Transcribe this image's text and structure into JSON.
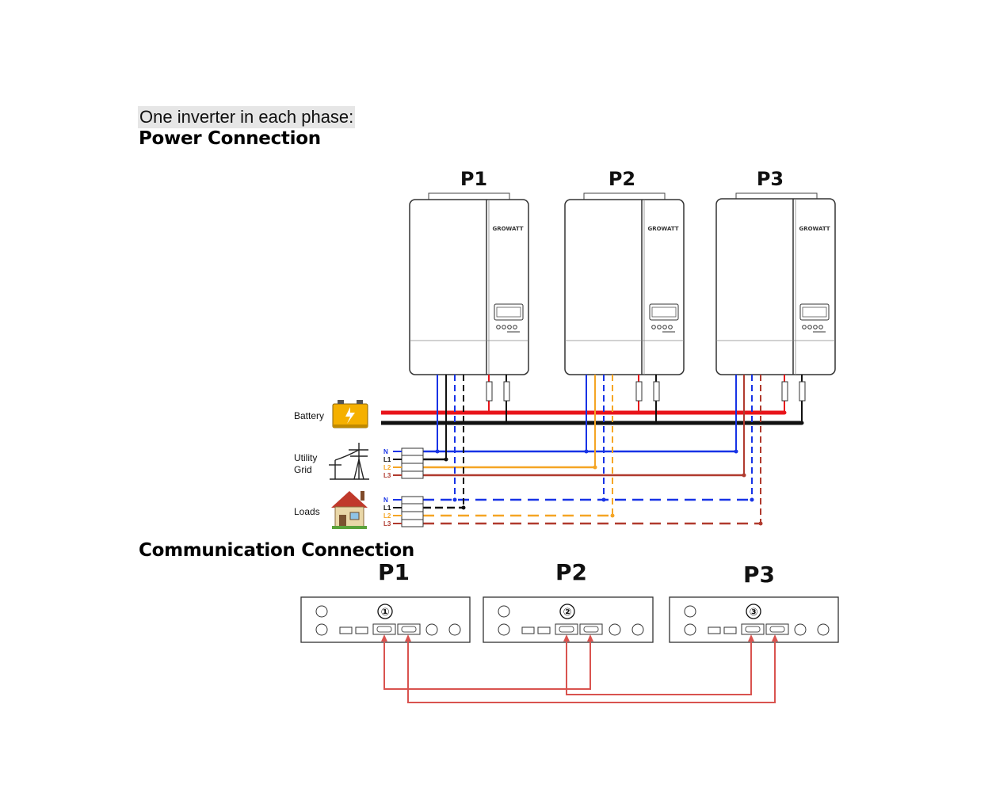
{
  "intro_text": "One inverter in each phase:",
  "power_heading": "Power Connection",
  "comm_heading": "Communication Connection",
  "inverters": [
    {
      "label": "P1",
      "brand": "GROWATT"
    },
    {
      "label": "P2",
      "brand": "GROWATT"
    },
    {
      "label": "P3",
      "brand": "GROWATT"
    }
  ],
  "sources": {
    "battery": "Battery",
    "grid_line1": "Utility",
    "grid_line2": "Grid",
    "loads": "Loads"
  },
  "phase_lines": [
    "N",
    "L1",
    "L2",
    "L3"
  ],
  "comm_units": [
    {
      "label": "P1",
      "number": "①"
    },
    {
      "label": "P2",
      "number": "②"
    },
    {
      "label": "P3",
      "number": "③"
    }
  ],
  "colors": {
    "positive": "#e8141a",
    "negative": "#111111",
    "neutral": "#1733e6",
    "L1": "#111111",
    "L2": "#f5a524",
    "L3": "#b03a2e",
    "comm_cable": "#d9534f"
  }
}
